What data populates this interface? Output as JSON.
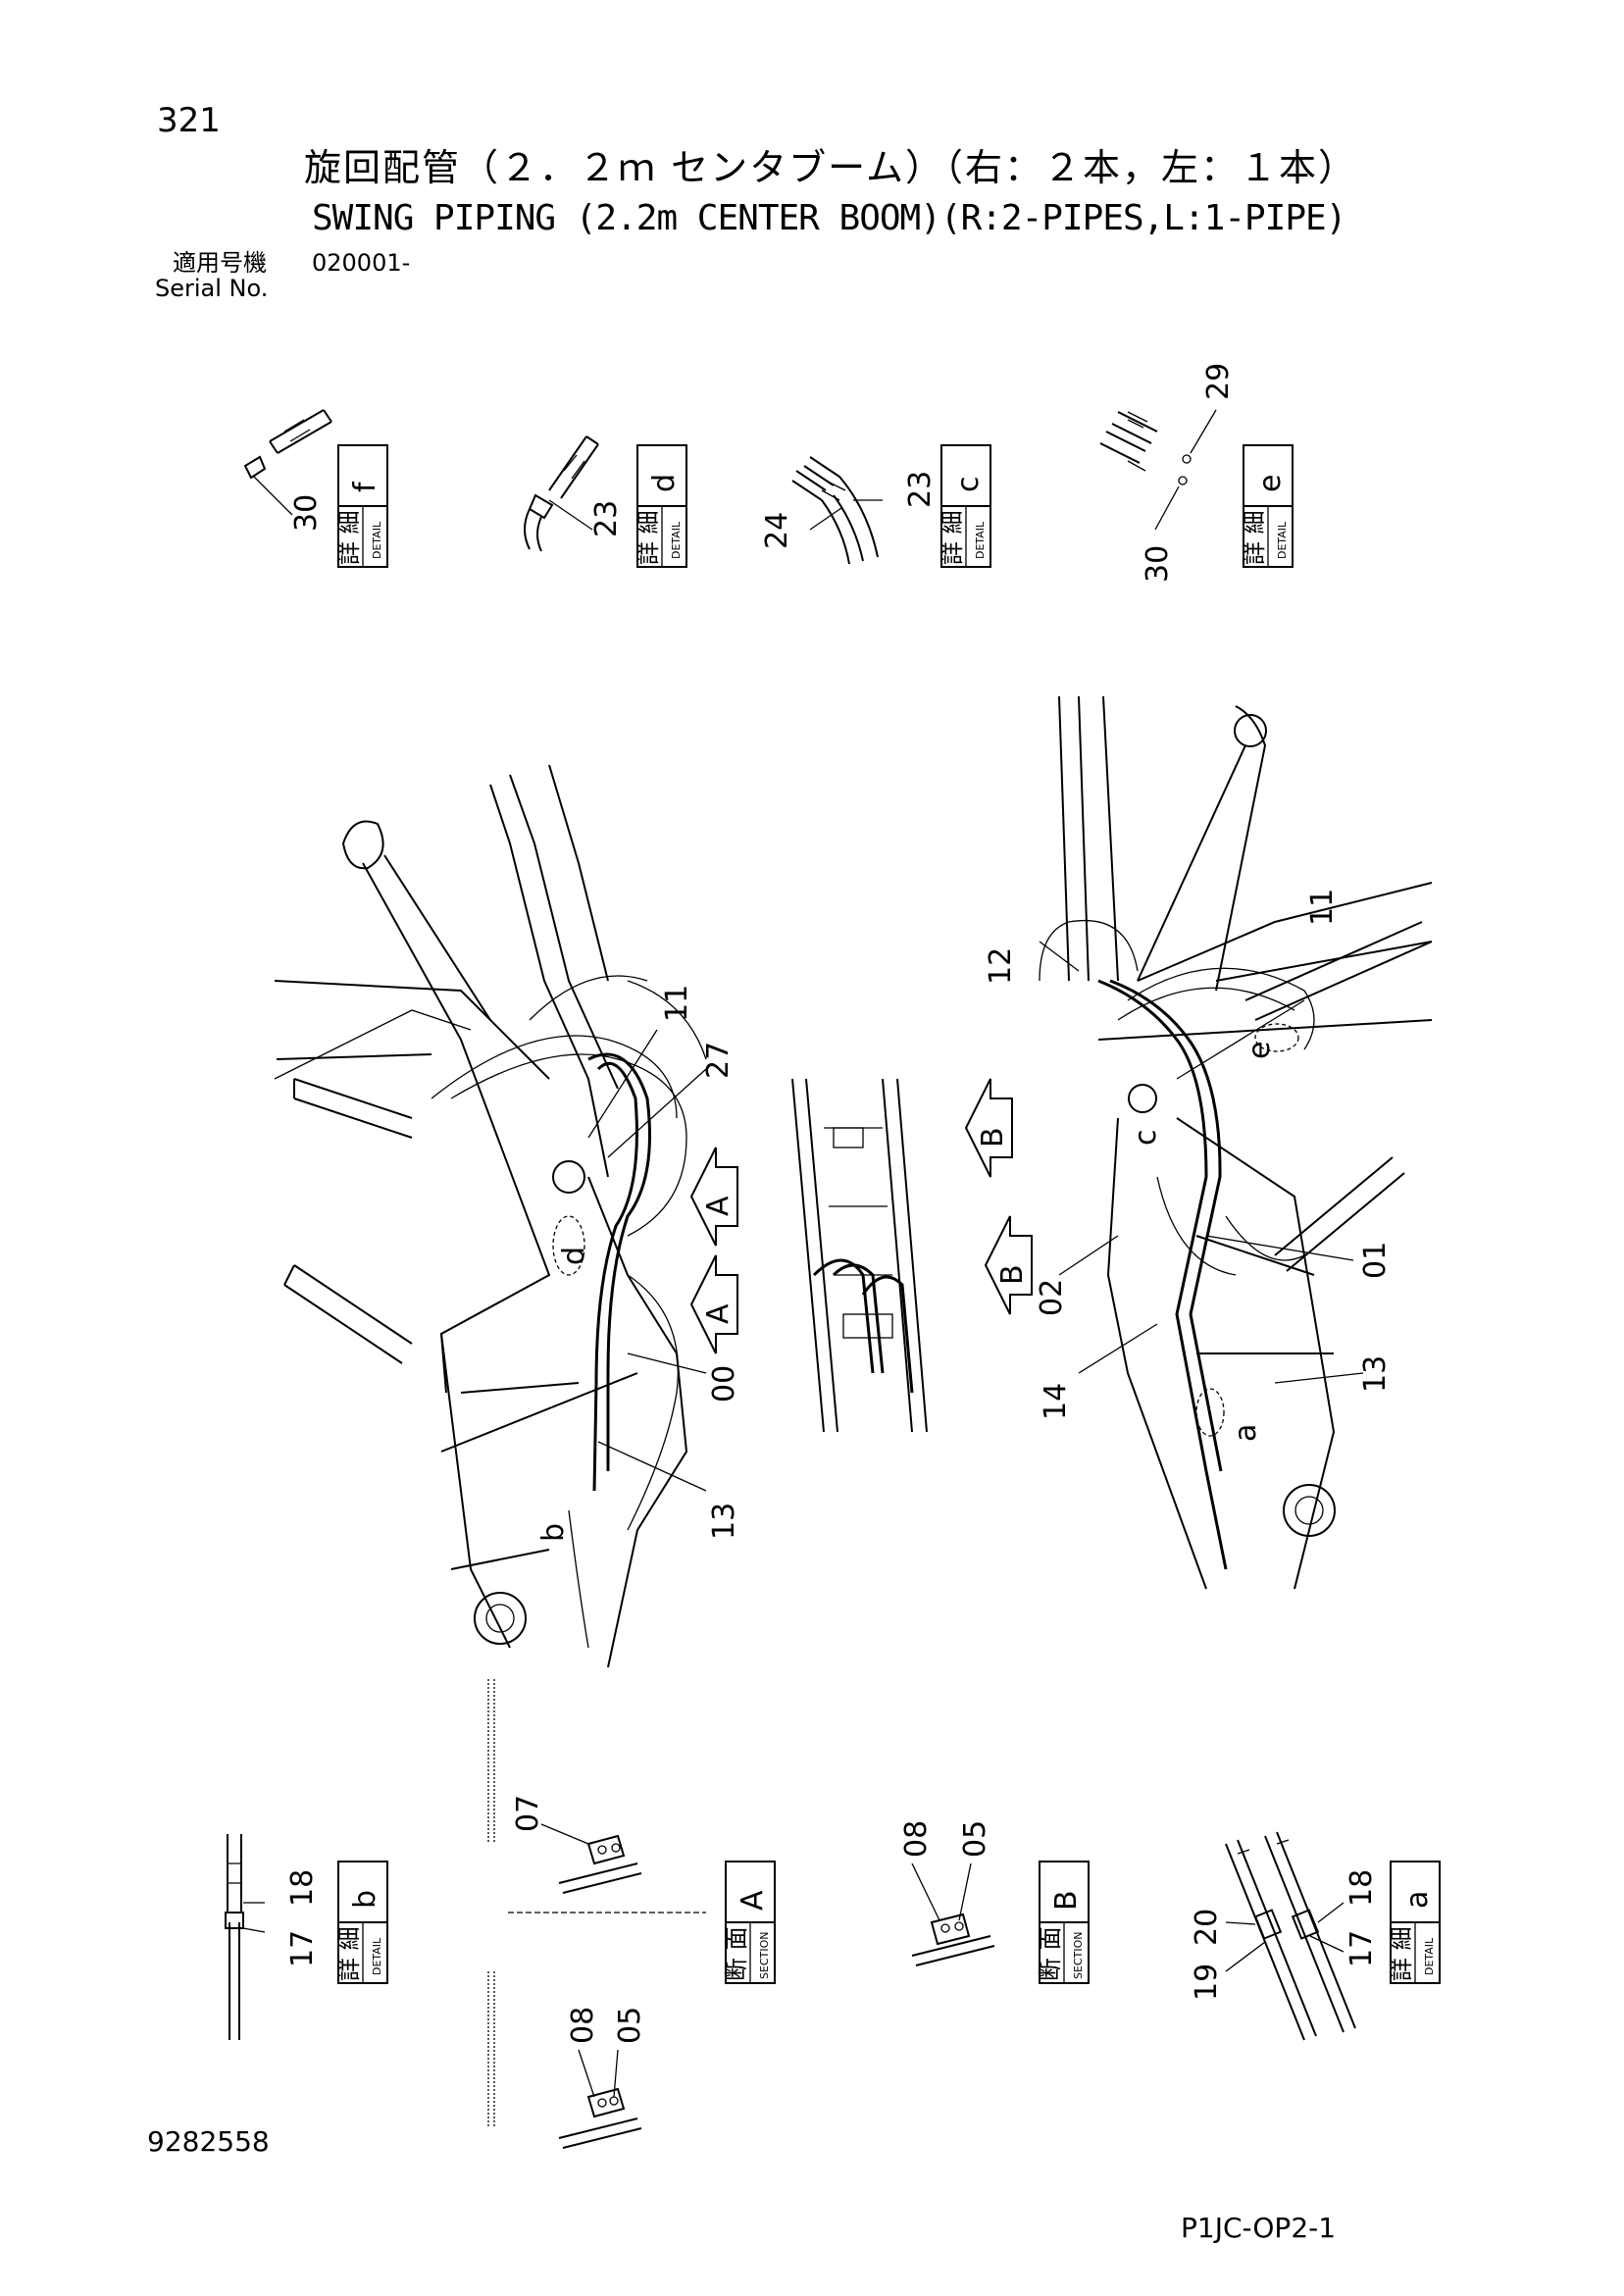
{
  "page_number": "321",
  "title_jp": "旋回配管（２．２ｍ センタブーム）（右：２本，左：１本）",
  "title_en": "SWING PIPING (2.2m CENTER BOOM)(R:2-PIPES,L:1-PIPE)",
  "serial": {
    "label_jp": "適用号機",
    "label_en": "Serial No.",
    "value": "020001-"
  },
  "doc_number": "9282558",
  "page_code": "P1JC-OP2-1",
  "box_text": {
    "detail_jp": "詳 細",
    "detail_en": "DETAIL",
    "section_jp": "断 面",
    "section_en": "SECTION"
  },
  "details": [
    {
      "letter": "f",
      "parts": [
        "30"
      ]
    },
    {
      "letter": "d",
      "parts": [
        "23"
      ]
    },
    {
      "letter": "c",
      "parts": [
        "23",
        "24"
      ]
    },
    {
      "letter": "e",
      "parts": [
        "29",
        "30"
      ]
    },
    {
      "letter": "b",
      "parts": [
        "18",
        "17"
      ]
    },
    {
      "letter": "a",
      "parts": [
        "18",
        "17",
        "20",
        "19"
      ]
    }
  ],
  "sections": [
    {
      "letter": "A",
      "parts": [
        "07",
        "08",
        "05"
      ]
    },
    {
      "letter": "B",
      "parts": [
        "08",
        "05"
      ]
    }
  ],
  "callouts_left": [
    "11",
    "27",
    "00",
    "13"
  ],
  "callouts_right": [
    "11",
    "12",
    "01",
    "02",
    "14",
    "13"
  ],
  "view_letters": [
    "d",
    "b",
    "e",
    "c",
    "a"
  ],
  "arrow_letters": [
    "A",
    "A",
    "B",
    "B"
  ]
}
